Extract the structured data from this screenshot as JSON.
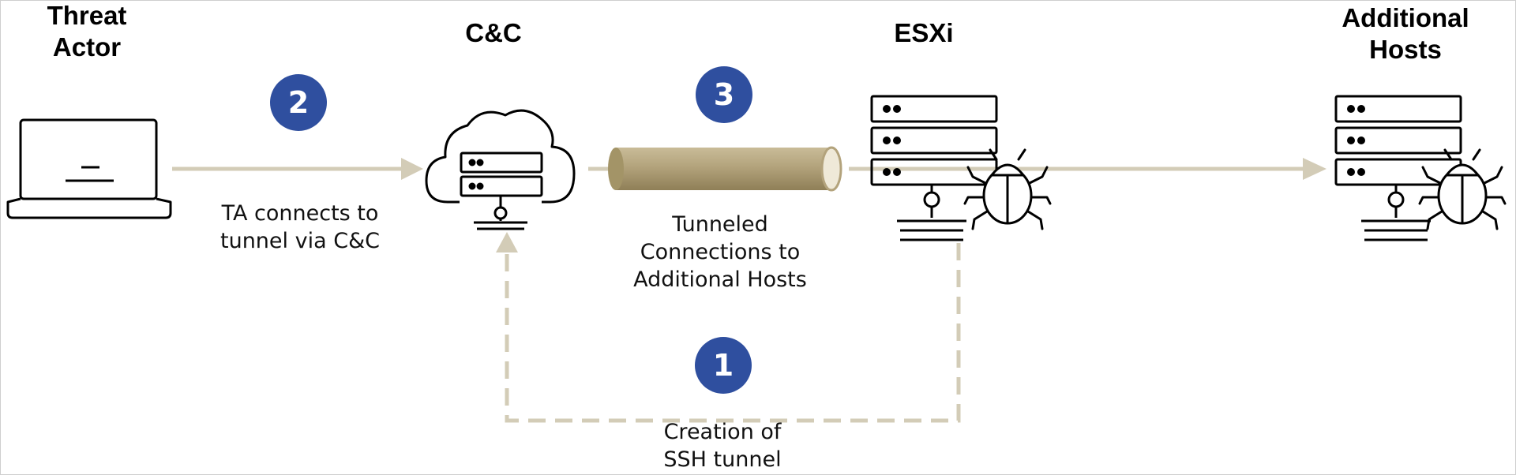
{
  "nodes": {
    "threat_actor": "Threat\nActor",
    "cnc": "C&C",
    "esxi": "ESXi",
    "additional_hosts": "Additional\nHosts"
  },
  "steps": {
    "one": "1",
    "two": "2",
    "three": "3"
  },
  "captions": {
    "ta_connects": "TA connects to\ntunnel via C&C",
    "tunneled": "Tunneled\nConnections to\nAdditional Hosts",
    "ssh_tunnel": "Creation of\nSSH tunnel"
  },
  "colors": {
    "arrow": "#d3ccb7",
    "tunnel": "#b3a37c",
    "badge": "#2f4f9f",
    "icon_stroke": "#000000"
  },
  "icons": [
    "laptop-icon",
    "cloud-server-icon",
    "server-rack-icon",
    "bug-icon"
  ]
}
